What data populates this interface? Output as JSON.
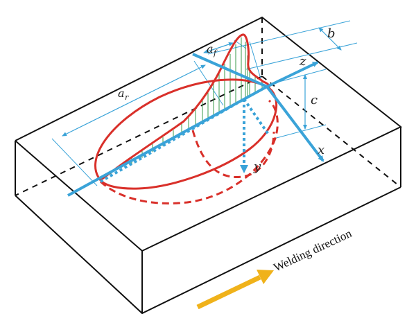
{
  "labels": {
    "b": "b",
    "c": "c",
    "z": "z",
    "x": "x",
    "y": "y",
    "a_f_main": "a",
    "a_f_sub": "f",
    "a_r_main": "a",
    "a_r_sub": "r"
  },
  "caption": "Welding direction",
  "colors": {
    "outline": "#111111",
    "axis": "#3aa3d8",
    "melt_pool": "#d9302a",
    "hatch": "#3a9a4a",
    "arrow": "#f0b21a",
    "dimension": "#3aa3d8"
  }
}
